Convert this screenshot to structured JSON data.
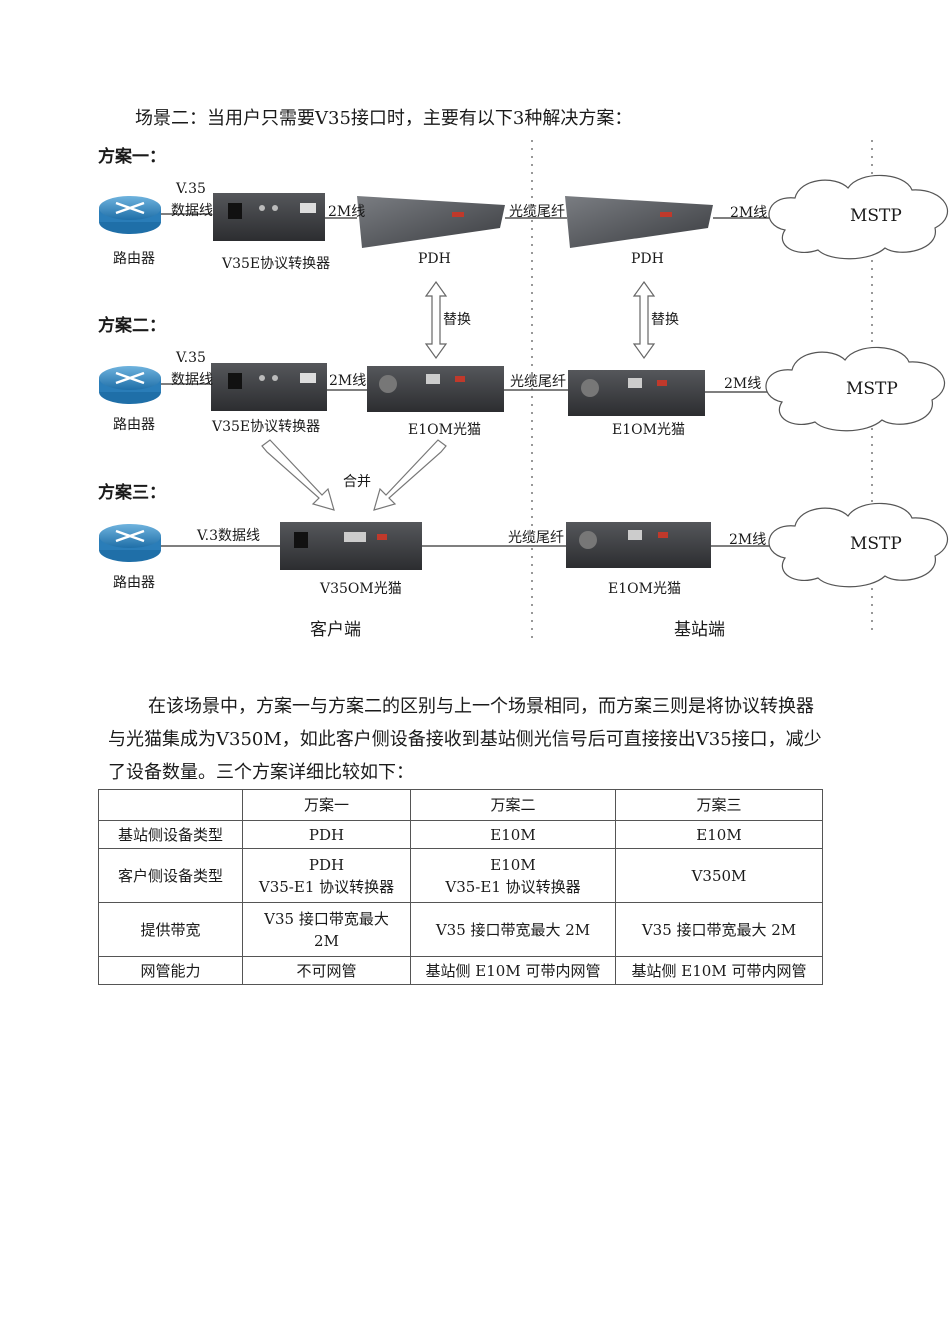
{
  "intro": "场景二：当用户只需要V35接口时，主要有以下3种解决方案：",
  "schemes": [
    "方案一：",
    "方案二：",
    "方案三："
  ],
  "labels": {
    "router": "路由器",
    "v35_cable_a": "V.35",
    "v35_cable_b": "数据线",
    "v35_cable_c": "V.3数据线",
    "line_2m": "2M线",
    "fiber": "光缆尾纤",
    "v35e1": "V35E协议转换器",
    "pdh": "PDH",
    "e10m": "E1OM光猫",
    "v350m": "V35OM光猫",
    "mstp": "MSTP",
    "replace": "替换",
    "merge": "合并",
    "client": "客户端",
    "base": "基站端"
  },
  "paragraph": "在该场景中，方案一与方案二的区别与上一个场景相同，而方案三则是将协议转换器与光猫集成为V350M，如此客户侧设备接收到基站侧光信号后可直接接出V35接口，减少了设备数量。三个方案详细比较如下：",
  "table": {
    "headers": [
      "",
      "万案一",
      "万案二",
      "万案三"
    ],
    "rows": [
      [
        "基站侧设备类型",
        "PDH",
        "E10M",
        "E10M"
      ],
      [
        "客户侧设备类型",
        "PDH\nV35-E1 协议转换器",
        "E10M\nV35-E1 协议转换器",
        "V350M"
      ],
      [
        "提供带宽",
        "V35 接口带宽最大\n2M",
        "V35 接口带宽最大 2M",
        "V35 接口带宽最大 2M"
      ],
      [
        "网管能力",
        "不可网管",
        "基站侧 E10M 可带内网管",
        "基站侧 E10M 可带内网管"
      ]
    ]
  }
}
